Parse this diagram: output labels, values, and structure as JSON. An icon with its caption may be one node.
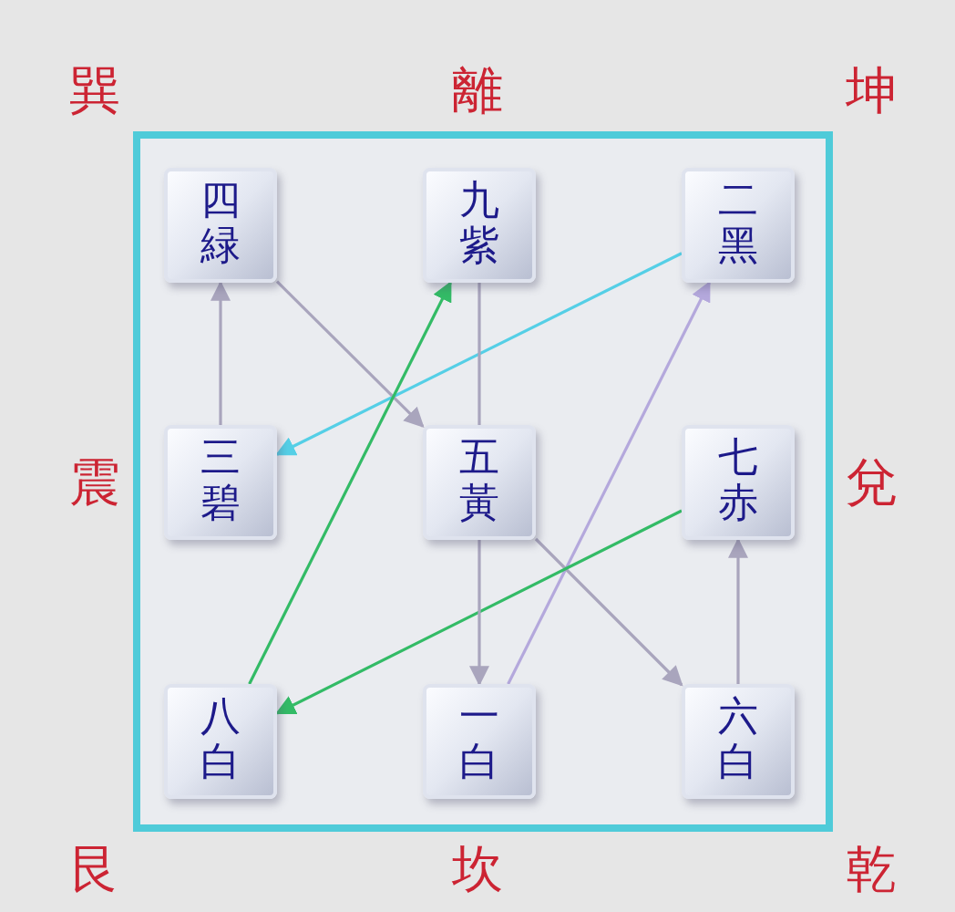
{
  "diagram": {
    "nodes": [
      {
        "text": [],
        "shape": "box"
      },
      {
        "text": [
          "四緑"
        ],
        "in": 0
      },
      {
        "text": [
          "九紫"
        ],
        "in": 0
      },
      {
        "text": [
          "二黑"
        ],
        "in": 0
      },
      {
        "text": [
          "三碧"
        ],
        "in": 0
      },
      {
        "text": [
          "五黃"
        ],
        "in": 0
      },
      {
        "text": [
          "七赤"
        ],
        "in": 0
      },
      {
        "text": [
          "八白"
        ],
        "in": 0
      },
      {
        "text": [
          "一白"
        ],
        "in": 0
      },
      {
        "text": [
          "六白"
        ],
        "in": 0
      }
    ],
    "edges": [
      {
        "from": 8,
        "to": 3,
        "arrow": "to",
        "color": "#b4a8dc"
      },
      {
        "from": 3,
        "to": 4,
        "arrow": "to",
        "color": "#55cfe6"
      },
      {
        "from": 4,
        "to": 1,
        "arrow": "to"
      },
      {
        "from": 1,
        "to": 5,
        "arrow": "to"
      },
      {
        "from": 5,
        "to": 9,
        "arrow": "to"
      },
      {
        "from": 9,
        "to": 6,
        "arrow": "to"
      },
      {
        "from": 6,
        "to": 7,
        "arrow": "to",
        "color": "#33bb66"
      },
      {
        "from": 7,
        "to": 2,
        "arrow": "to",
        "color": "#33bb66"
      },
      {
        "from": 2,
        "to": 5,
        "arrow": "none"
      },
      {
        "from": 5,
        "to": 8,
        "arrow": "to"
      }
    ],
    "labels": [
      "巽",
      "離",
      "坤",
      "震",
      "兌",
      "艮",
      "坎",
      "乾"
    ]
  }
}
